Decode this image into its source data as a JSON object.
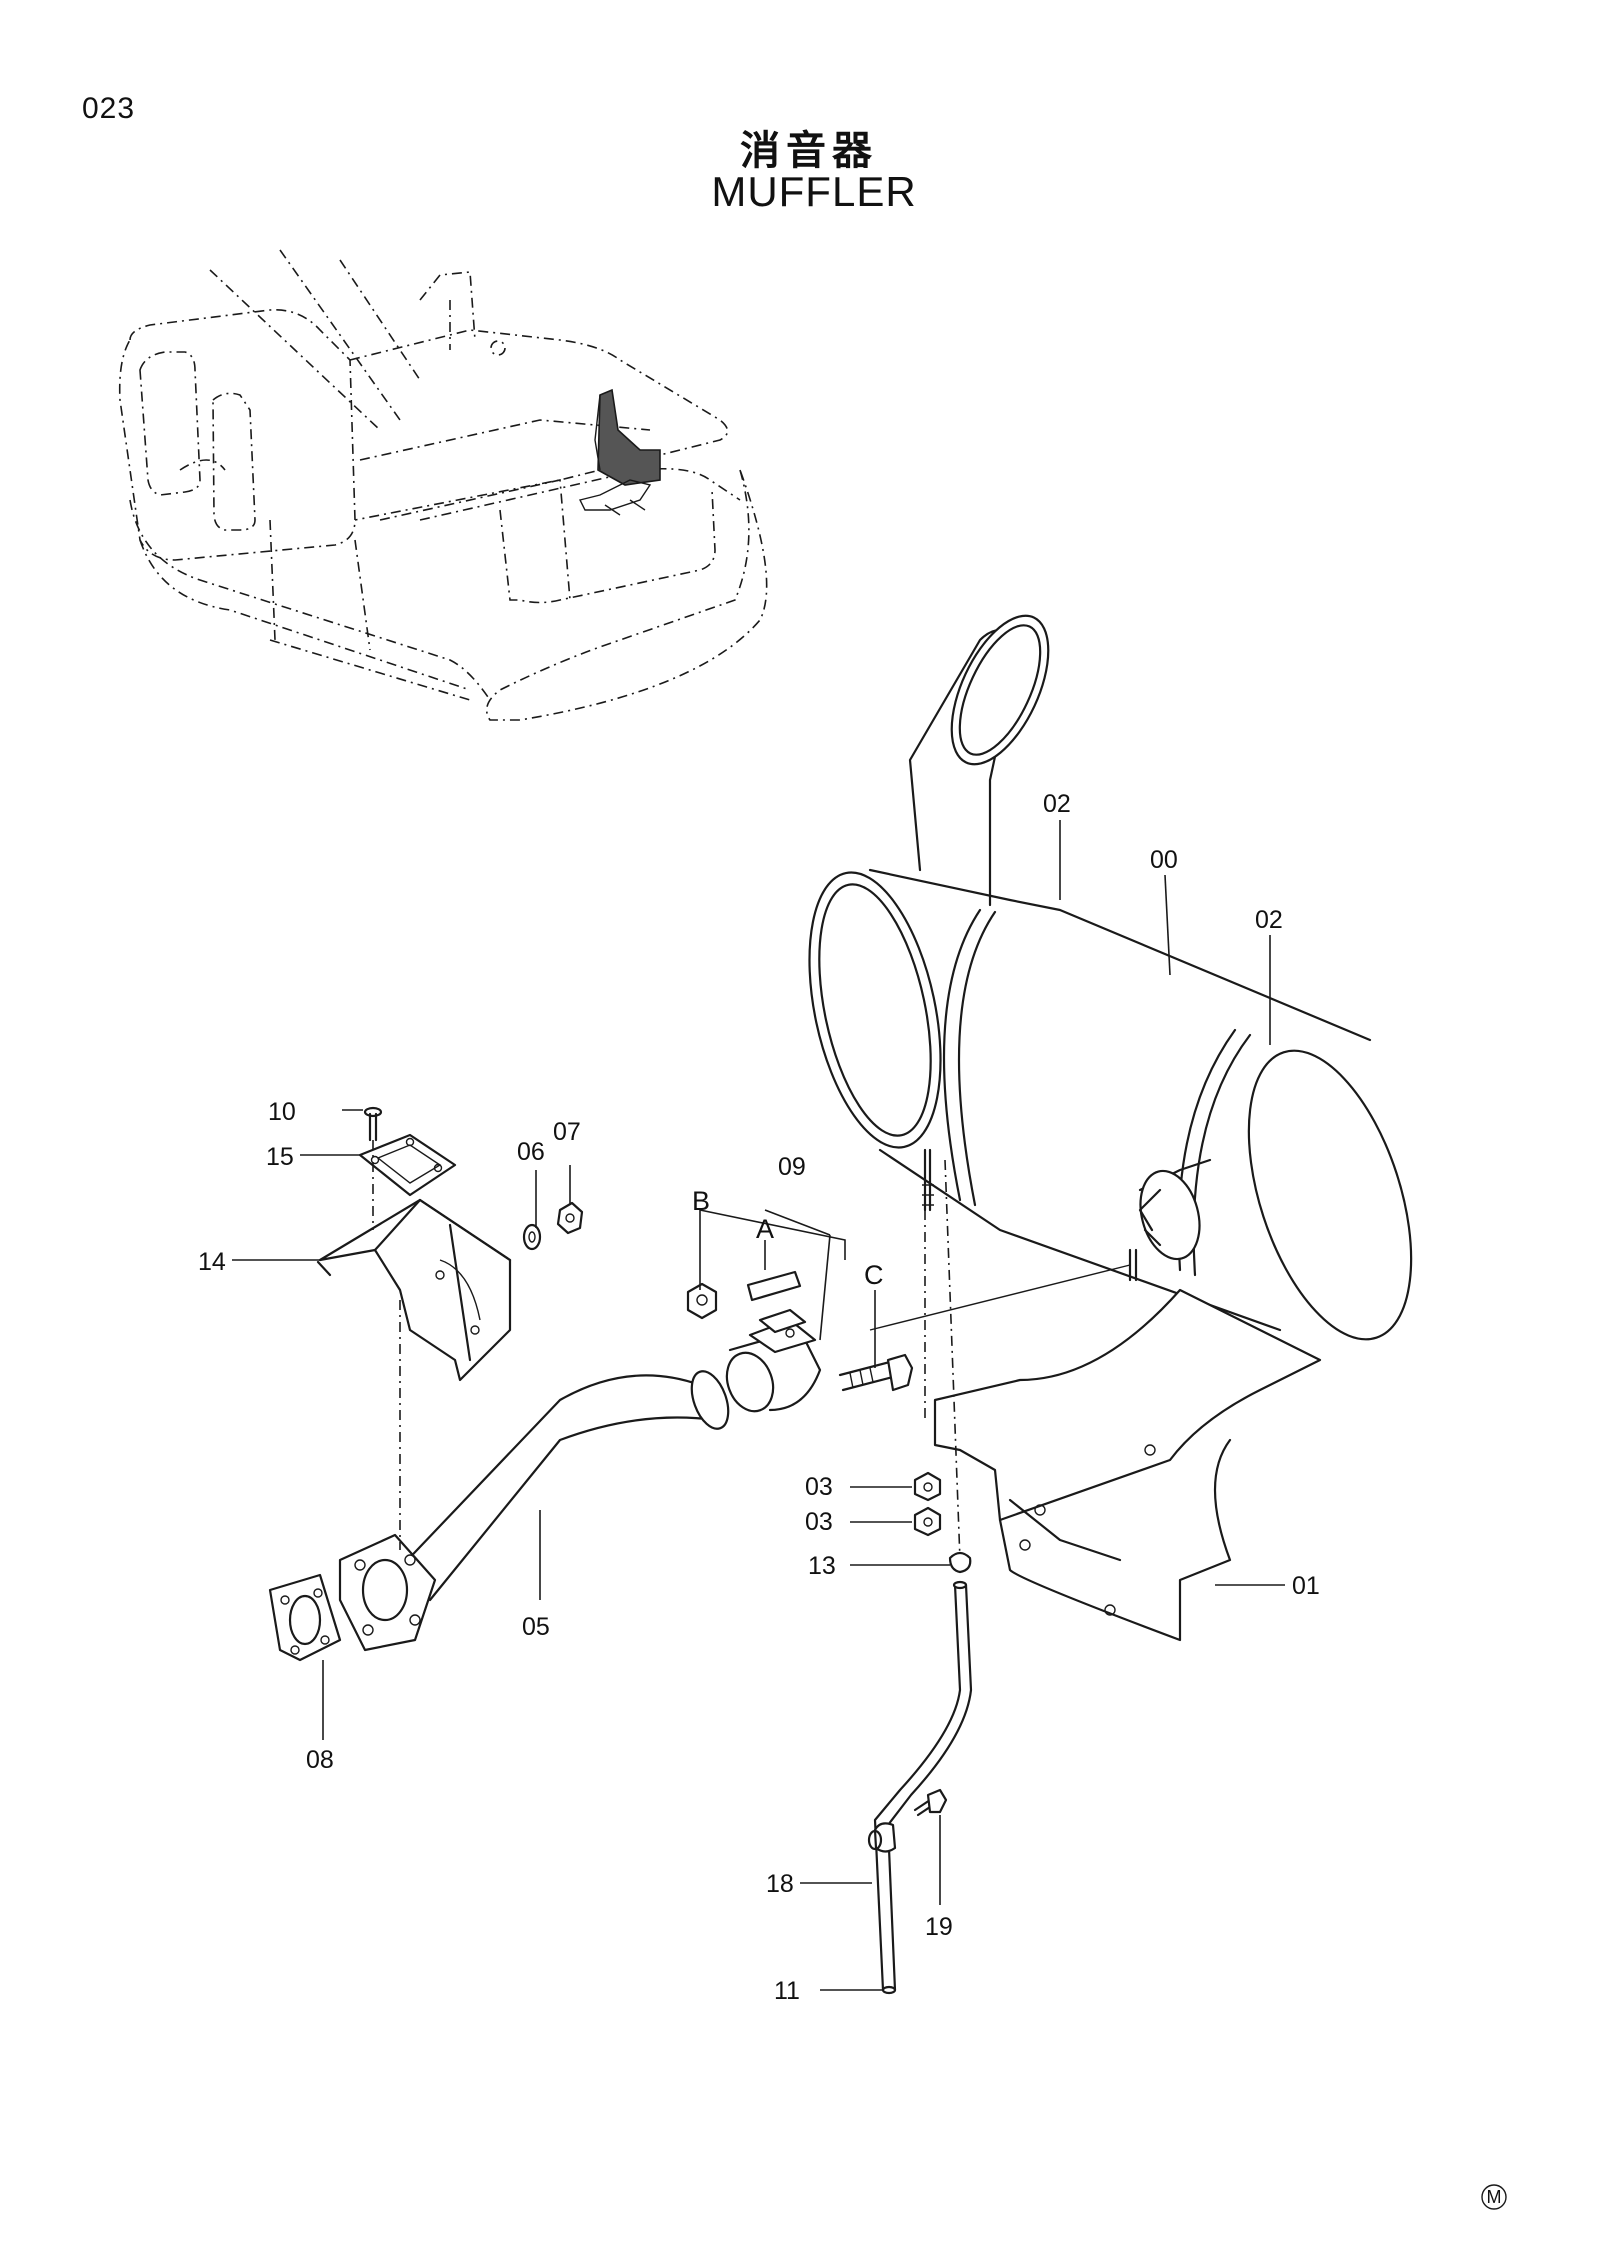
{
  "page_number": "023",
  "title_jp": "消音器",
  "title_en": "MUFFLER",
  "callouts": {
    "c00": "00",
    "c01": "01",
    "c02a": "02",
    "c02b": "02",
    "c03a": "03",
    "c03b": "03",
    "c05": "05",
    "c06": "06",
    "c07": "07",
    "c08": "08",
    "c09": "09",
    "c10": "10",
    "c11": "11",
    "c13": "13",
    "c14": "14",
    "c15": "15",
    "c18": "18",
    "c19": "19",
    "cA": "A",
    "cB": "B",
    "cC": "C"
  },
  "corner_mark": "M"
}
